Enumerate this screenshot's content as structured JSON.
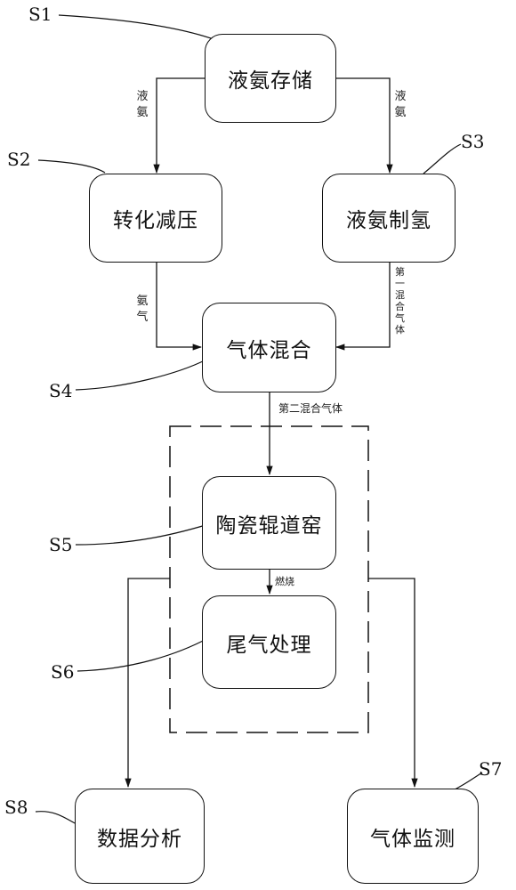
{
  "steps": {
    "s1": {
      "id": "S1",
      "label": "液氨存储"
    },
    "s2": {
      "id": "S2",
      "label": "转化减压"
    },
    "s3": {
      "id": "S3",
      "label": "液氨制氢"
    },
    "s4": {
      "id": "S4",
      "label": "气体混合"
    },
    "s5": {
      "id": "S5",
      "label": "陶瓷辊道窑"
    },
    "s6": {
      "id": "S6",
      "label": "尾气处理"
    },
    "s7": {
      "id": "S7",
      "label": "气体监测"
    },
    "s8": {
      "id": "S8",
      "label": "数据分析"
    }
  },
  "edges": {
    "s1_s2": "液氨",
    "s1_s3": "液氨",
    "s2_s4": "氨气",
    "s3_s4": "第一混合气体",
    "s4_s5": "第二混合气体",
    "s5_s6": "燃烧"
  }
}
